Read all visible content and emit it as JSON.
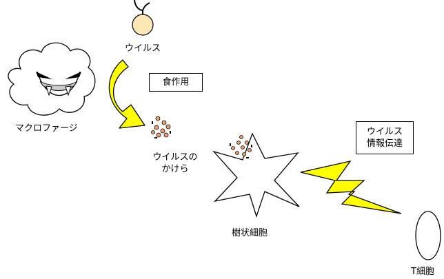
{
  "labels": {
    "virus": "ウイルス",
    "macrophage": "マクロファージ",
    "phagocytosis": "食作用",
    "fragments_line1": "ウイルスの",
    "fragments_line2": "かけら",
    "dendritic_cell": "樹状細胞",
    "info_line1": "ウイルス",
    "info_line2": "情報伝達",
    "t_cell": "T細胞"
  },
  "colors": {
    "virus_fill": "#fbe6b4",
    "arrow_yellow": "#ffff00",
    "bolt_yellow": "#ffff00",
    "fragment_fill": "#f0a070",
    "outline": "#000000",
    "background": "#ffffff"
  },
  "icons": [
    "virus-icon",
    "macrophage-icon",
    "curved-arrow-icon",
    "virus-fragments-icon",
    "dendritic-cell-icon",
    "lightning-bolt-icon",
    "t-cell-icon"
  ]
}
